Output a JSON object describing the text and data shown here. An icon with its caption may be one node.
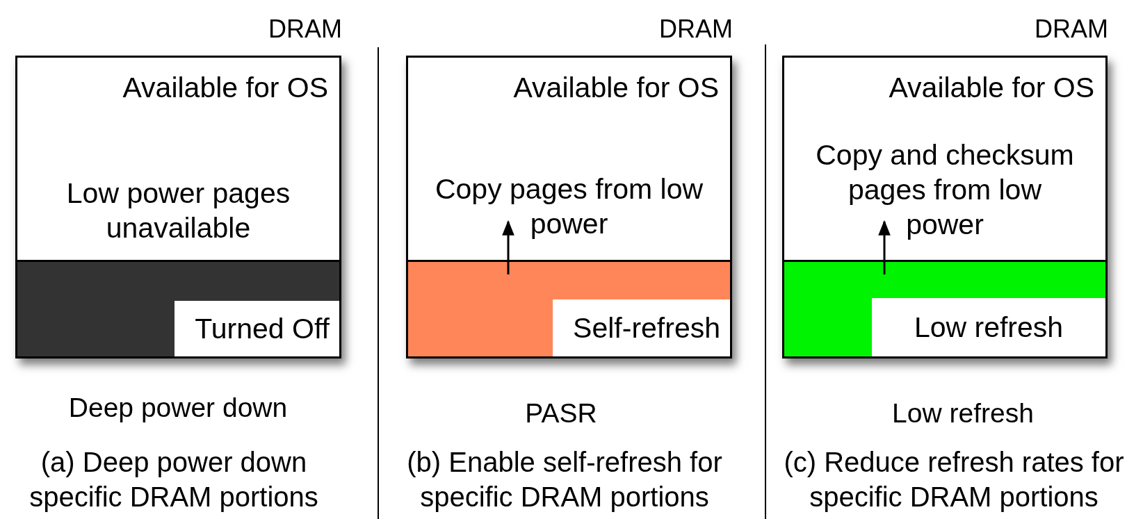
{
  "diagram": {
    "nodes": [
      {
        "text": [
          "DRAM"
        ]
      },
      {
        "text": [
          "Available for OS",
          "Low power pages unavailable"
        ],
        "in": 0
      },
      {
        "text": [],
        "shape": "bar",
        "in": 0
      },
      {
        "text": [
          "Turned Off"
        ],
        "in": 2
      },
      {
        "text": [
          "DRAM"
        ]
      },
      {
        "text": [
          "Available for OS",
          "Copy pages from low power"
        ],
        "in": 4
      },
      {
        "text": [],
        "shape": "bar",
        "in": 4
      },
      {
        "text": [
          "Self-refresh"
        ],
        "in": 6
      },
      {
        "text": [
          "DRAM"
        ]
      },
      {
        "text": [
          "Available for OS",
          "Copy and checksum pages from low power"
        ],
        "in": 8
      },
      {
        "text": [],
        "shape": "bar",
        "in": 8
      },
      {
        "text": [
          "Low refresh"
        ],
        "in": 10
      }
    ],
    "edges": [
      {
        "from": 6,
        "to": 5,
        "arrow": "to"
      },
      {
        "from": 10,
        "to": 9,
        "arrow": "to"
      }
    ],
    "labels": [
      "Deep power down",
      "(a) Deep power down specific DRAM portions",
      "PASR",
      "(b) Enable self-refresh for specific DRAM portions",
      "Low refresh",
      "(c) Reduce refresh rates for specific DRAM portions"
    ]
  }
}
